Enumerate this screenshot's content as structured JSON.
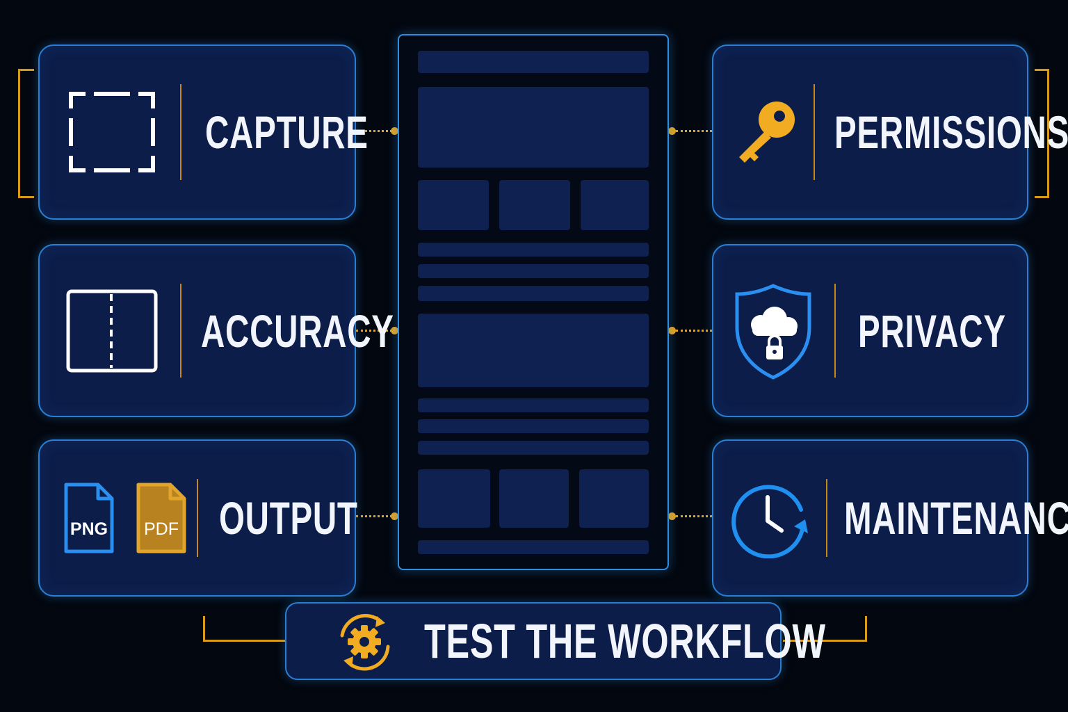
{
  "cards": {
    "capture": {
      "label": "CAPTURE"
    },
    "accuracy": {
      "label": "ACCURACY"
    },
    "output": {
      "label": "OUTPUT",
      "png_badge": "PNG",
      "pdf_badge": "PDF"
    },
    "permissions": {
      "label": "PERMISSIONS"
    },
    "privacy": {
      "label": "PRIVACY"
    },
    "maintenance": {
      "label": "MAINTENANCE"
    }
  },
  "footer": {
    "label": "TEST THE WORKFLOW"
  },
  "colors": {
    "background": "#03070f",
    "card_fill": "#0c1d4a",
    "card_border": "#2a7fd4",
    "accent_gold": "#e3a21f",
    "icon_blue": "#1f8ff0",
    "text": "#f2f5fb"
  },
  "icons": {
    "capture": "dashed-frame-icon",
    "accuracy": "split-ruler-icon",
    "output": "file-icons",
    "permissions": "key-icon",
    "privacy": "cloud-shield-lock-icon",
    "maintenance": "clock-refresh-icon",
    "footer": "gear-cycle-icon"
  }
}
